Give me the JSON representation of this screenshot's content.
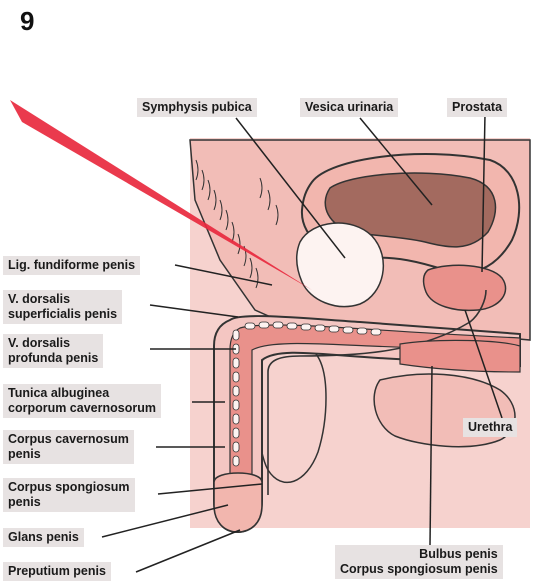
{
  "figure_number": "9",
  "labels": {
    "symphysis": "Symphysis pubica",
    "vesica": "Vesica urinaria",
    "prostata": "Prostata",
    "lig_fundiforme": "Lig. fundiforme penis",
    "v_dors_sup_1": "V. dorsalis",
    "v_dors_sup_2": "superficialis penis",
    "v_dors_prof_1": "V. dorsalis",
    "v_dors_prof_2": "profunda penis",
    "tunica_1": "Tunica albuginea",
    "tunica_2": "corporum cavernosorum",
    "cc_1": "Corpus cavernosum",
    "cc_2": "penis",
    "cs_1": "Corpus spongiosum",
    "cs_2": "penis",
    "glans": "Glans penis",
    "preputium": "Preputium penis",
    "urethra": "Urethra",
    "bulbus_1": "Bulbus penis",
    "bulbus_2": "Corpus spongiosum penis"
  },
  "colors": {
    "skin": "#f4c6c2",
    "bladder_wall": "#f2b6ae",
    "bladder_inside": "#a36a5f",
    "outline": "#333333",
    "bone": "#fdf3f1",
    "corpus": "#e9918b",
    "needle": "#e8293e",
    "label_bg": "#e7e2e2"
  }
}
